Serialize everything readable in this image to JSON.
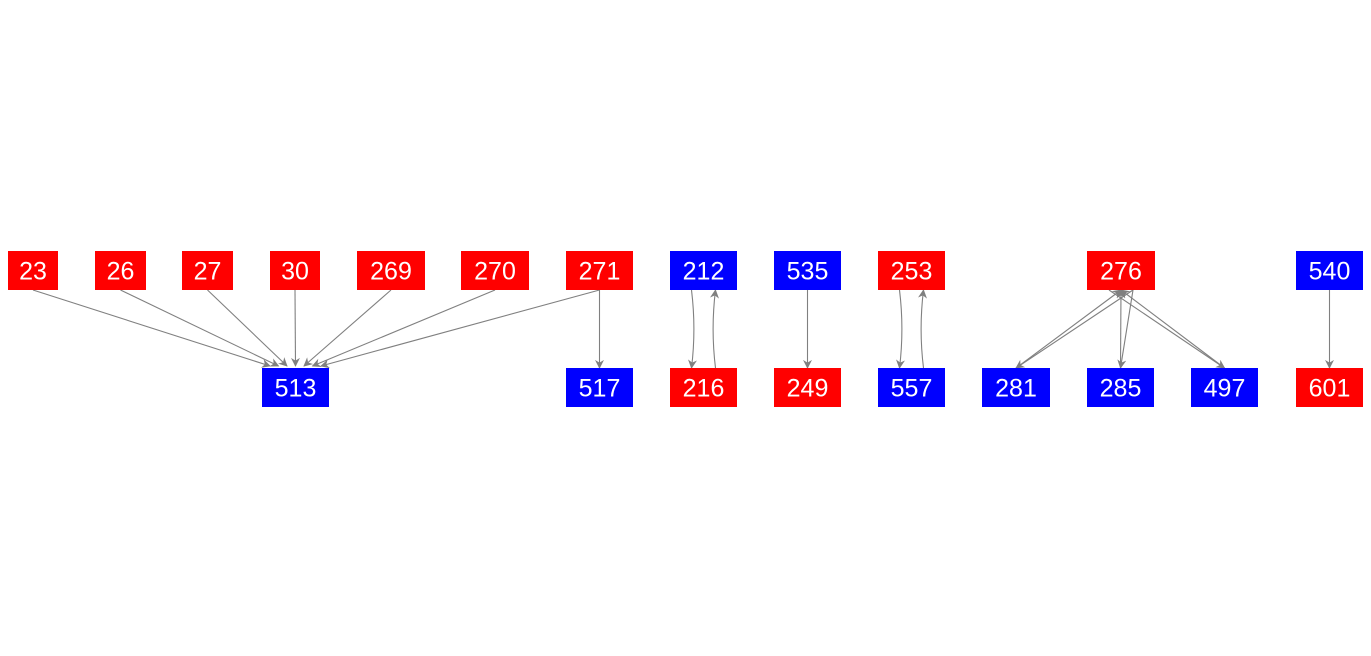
{
  "colors": {
    "red": "#ff0000",
    "blue": "#0000ff",
    "edge": "#808080",
    "label": "#ffffff"
  },
  "nodes": [
    {
      "id": "23",
      "color": "red"
    },
    {
      "id": "26",
      "color": "red"
    },
    {
      "id": "27",
      "color": "red"
    },
    {
      "id": "30",
      "color": "red"
    },
    {
      "id": "269",
      "color": "red"
    },
    {
      "id": "270",
      "color": "red"
    },
    {
      "id": "271",
      "color": "red"
    },
    {
      "id": "212",
      "color": "blue"
    },
    {
      "id": "535",
      "color": "blue"
    },
    {
      "id": "253",
      "color": "red"
    },
    {
      "id": "276",
      "color": "red"
    },
    {
      "id": "540",
      "color": "blue"
    },
    {
      "id": "513",
      "color": "blue"
    },
    {
      "id": "517",
      "color": "blue"
    },
    {
      "id": "216",
      "color": "red"
    },
    {
      "id": "249",
      "color": "red"
    },
    {
      "id": "557",
      "color": "blue"
    },
    {
      "id": "281",
      "color": "blue"
    },
    {
      "id": "285",
      "color": "blue"
    },
    {
      "id": "497",
      "color": "blue"
    },
    {
      "id": "601",
      "color": "red"
    }
  ],
  "edges": [
    [
      "23",
      "513"
    ],
    [
      "26",
      "513"
    ],
    [
      "27",
      "513"
    ],
    [
      "30",
      "513"
    ],
    [
      "269",
      "513"
    ],
    [
      "270",
      "513"
    ],
    [
      "271",
      "513"
    ],
    [
      "271",
      "517"
    ],
    [
      "212",
      "216"
    ],
    [
      "216",
      "212"
    ],
    [
      "535",
      "249"
    ],
    [
      "253",
      "557"
    ],
    [
      "557",
      "253"
    ],
    [
      "276",
      "281"
    ],
    [
      "281",
      "276"
    ],
    [
      "276",
      "285"
    ],
    [
      "285",
      "276"
    ],
    [
      "276",
      "497"
    ],
    [
      "497",
      "276"
    ],
    [
      "540",
      "601"
    ]
  ]
}
